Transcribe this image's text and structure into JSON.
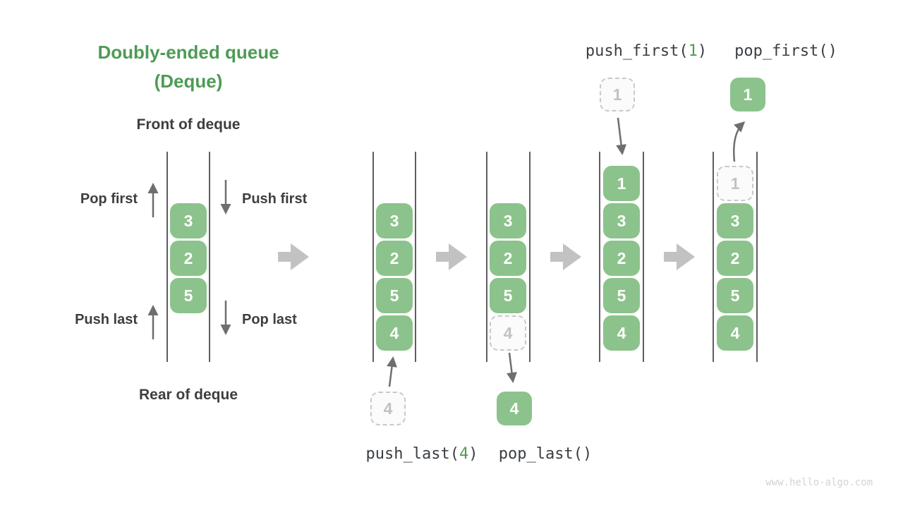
{
  "header": {
    "title_line1": "Doubly-ended queue",
    "title_line2": "(Deque)",
    "front_label": "Front of deque",
    "rear_label": "Rear of deque"
  },
  "direction_labels": {
    "pop_first": "Pop first",
    "push_first": "Push first",
    "push_last": "Push last",
    "pop_last": "Pop last"
  },
  "operations": {
    "push_last": {
      "pre": "push_last(",
      "arg": "4",
      "post": ")"
    },
    "pop_last": {
      "pre": "pop_last()",
      "arg": "",
      "post": ""
    },
    "push_first": {
      "pre": "push_first(",
      "arg": "1",
      "post": ")"
    },
    "pop_first": {
      "pre": "pop_first()",
      "arg": "",
      "post": ""
    }
  },
  "queues": [
    {
      "name": "initial-deque",
      "cells": [
        {
          "value": "3",
          "variant": "solid"
        },
        {
          "value": "2",
          "variant": "solid"
        },
        {
          "value": "5",
          "variant": "solid"
        }
      ]
    },
    {
      "name": "after-push-last",
      "cells": [
        {
          "value": "3",
          "variant": "solid"
        },
        {
          "value": "2",
          "variant": "solid"
        },
        {
          "value": "5",
          "variant": "solid"
        },
        {
          "value": "4",
          "variant": "solid"
        }
      ]
    },
    {
      "name": "after-pop-last",
      "cells": [
        {
          "value": "3",
          "variant": "solid"
        },
        {
          "value": "2",
          "variant": "solid"
        },
        {
          "value": "5",
          "variant": "solid"
        },
        {
          "value": "4",
          "variant": "ghost"
        }
      ]
    },
    {
      "name": "after-push-first",
      "cells": [
        {
          "value": "1",
          "variant": "solid"
        },
        {
          "value": "3",
          "variant": "solid"
        },
        {
          "value": "2",
          "variant": "solid"
        },
        {
          "value": "5",
          "variant": "solid"
        },
        {
          "value": "4",
          "variant": "solid"
        }
      ]
    },
    {
      "name": "after-pop-first",
      "cells": [
        {
          "value": "1",
          "variant": "ghost"
        },
        {
          "value": "3",
          "variant": "solid"
        },
        {
          "value": "2",
          "variant": "solid"
        },
        {
          "value": "5",
          "variant": "solid"
        },
        {
          "value": "4",
          "variant": "solid"
        }
      ]
    }
  ],
  "floating_cells": [
    {
      "value": "4",
      "variant": "ghost",
      "attached_to": "push_last"
    },
    {
      "value": "4",
      "variant": "solid",
      "attached_to": "pop_last"
    },
    {
      "value": "1",
      "variant": "ghost",
      "attached_to": "push_first"
    },
    {
      "value": "1",
      "variant": "solid",
      "attached_to": "pop_first"
    }
  ],
  "watermark": "www.hello-algo.com",
  "colors": {
    "cell_green": "#8CC38C",
    "title_green": "#4E9B55",
    "code_arg_green": "#4E9B50",
    "dark_text": "#3E3E3E",
    "code_text": "#3A3E42",
    "wall_gray": "#5E5E5E",
    "arrow_gray": "#6E6E6E",
    "transition_arrow_gray": "#C2C2C2",
    "ghost_border": "#C9C9C9",
    "ghost_text": "#C2C2C2"
  }
}
